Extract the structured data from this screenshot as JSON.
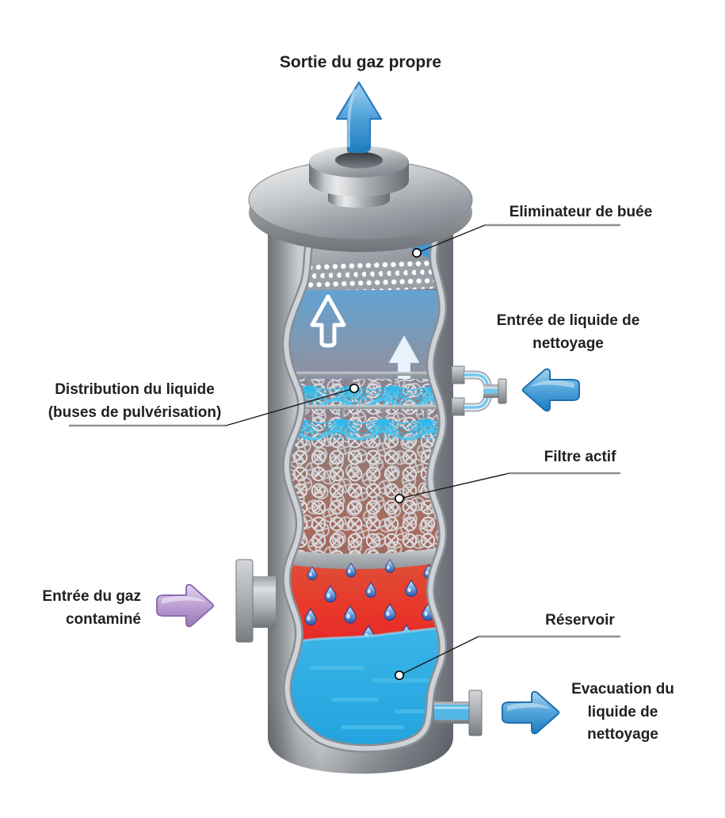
{
  "diagram": {
    "type": "wet-scrubber-cutaway",
    "callouts": {
      "clean_gas_outlet": "Sortie du gaz propre",
      "mist_eliminator": "Eliminateur de buée",
      "cleaning_liquid_inlet": "Entrée de liquide de nettoyage",
      "liquid_distribution": "Distribution du liquide (buses de pulvérisation)",
      "active_filter": "Filtre actif",
      "contaminated_gas_inlet": "Entrée du gaz contaminé",
      "reservoir": "Réservoir",
      "cleaning_liquid_outlet": "Evacuation du liquide de nettoyage"
    },
    "icons": {
      "clean_gas_arrow": "up-arrow",
      "liquid_inlet_arrow": "left-arrow",
      "gas_inlet_arrow": "right-arrow",
      "liquid_outlet_arrow": "right-arrow",
      "internal_flow_arrows": "up-arrow"
    },
    "colors": {
      "arrow_blue": "#3d9ad1",
      "arrow_purple": "#bb9fd2",
      "gas_zone_blue": "#4198d4",
      "red_zone": "#e73128",
      "reservoir_blue": "#29abe2",
      "spray_cyan": "#38bfee",
      "metal_gray": "#a7abaf",
      "label_text": "#232021"
    }
  }
}
